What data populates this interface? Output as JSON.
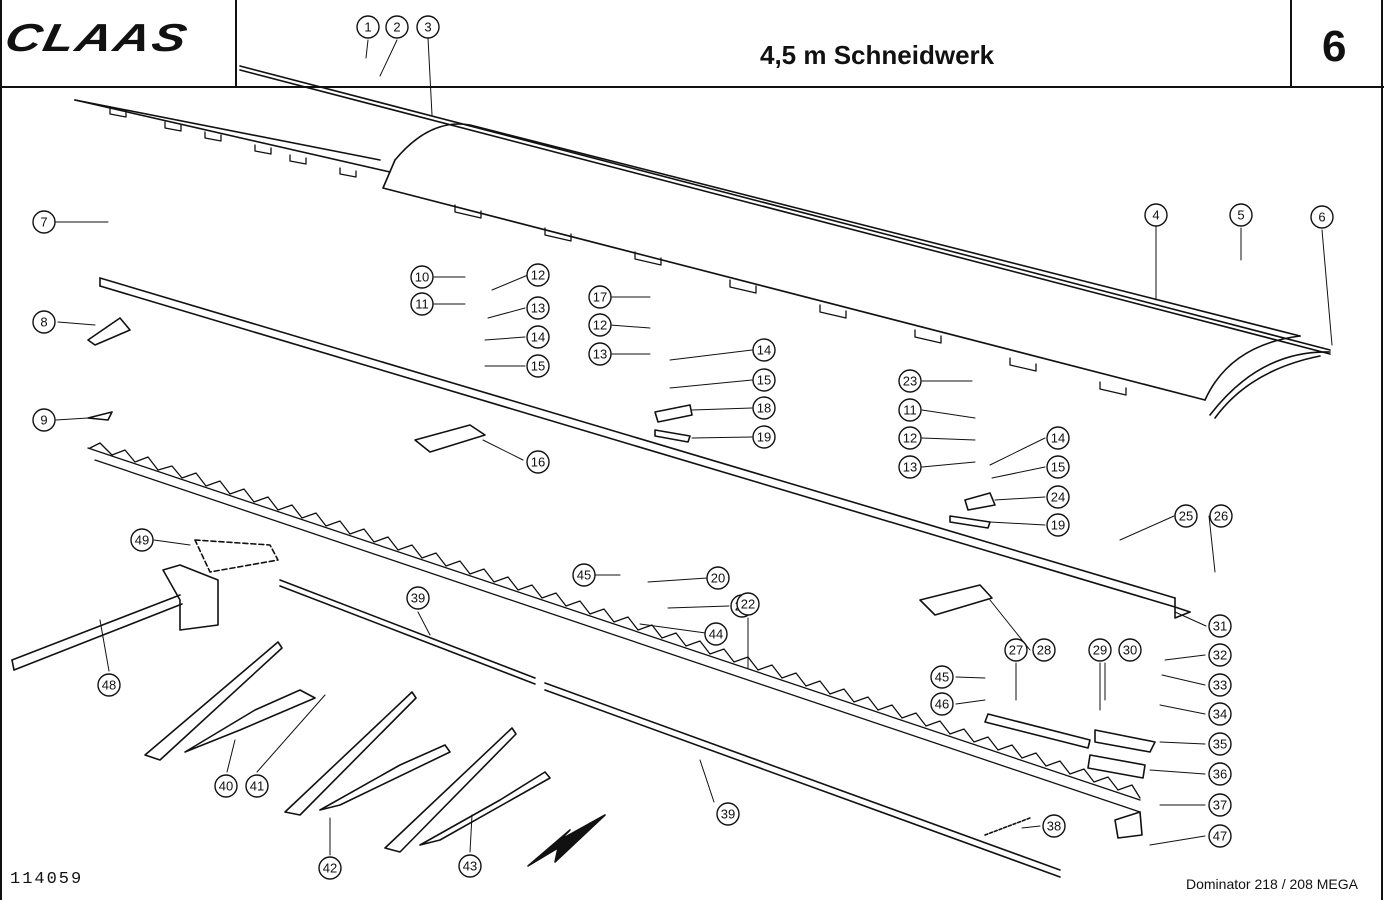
{
  "header": {
    "brand": "CLAAS",
    "title": "4,5 m Schneidwerk",
    "sheet_number": "6"
  },
  "footer": {
    "drawing_number": "114059",
    "model": "Dominator 218 / 208 MEGA"
  },
  "callouts": [
    {
      "label": "1"
    },
    {
      "label": "2"
    },
    {
      "label": "3"
    },
    {
      "label": "4"
    },
    {
      "label": "5"
    },
    {
      "label": "6"
    },
    {
      "label": "7"
    },
    {
      "label": "8"
    },
    {
      "label": "9"
    },
    {
      "label": "10"
    },
    {
      "label": "11"
    },
    {
      "label": "12"
    },
    {
      "label": "13"
    },
    {
      "label": "14"
    },
    {
      "label": "15"
    },
    {
      "label": "16"
    },
    {
      "label": "17"
    },
    {
      "label": "12"
    },
    {
      "label": "13"
    },
    {
      "label": "14"
    },
    {
      "label": "15"
    },
    {
      "label": "18"
    },
    {
      "label": "19"
    },
    {
      "label": "23"
    },
    {
      "label": "11"
    },
    {
      "label": "12"
    },
    {
      "label": "13"
    },
    {
      "label": "14"
    },
    {
      "label": "15"
    },
    {
      "label": "24"
    },
    {
      "label": "19"
    },
    {
      "label": "25"
    },
    {
      "label": "26"
    },
    {
      "label": "31"
    },
    {
      "label": "28"
    },
    {
      "label": "49"
    },
    {
      "label": "48"
    },
    {
      "label": "39"
    },
    {
      "label": "39"
    },
    {
      "label": "45"
    },
    {
      "label": "20"
    },
    {
      "label": "21"
    },
    {
      "label": "44"
    },
    {
      "label": "22"
    },
    {
      "label": "40"
    },
    {
      "label": "41"
    },
    {
      "label": "42"
    },
    {
      "label": "43"
    },
    {
      "label": "27"
    },
    {
      "label": "45"
    },
    {
      "label": "46"
    },
    {
      "label": "29"
    },
    {
      "label": "30"
    },
    {
      "label": "32"
    },
    {
      "label": "33"
    },
    {
      "label": "34"
    },
    {
      "label": "35"
    },
    {
      "label": "36"
    },
    {
      "label": "37"
    },
    {
      "label": "38"
    },
    {
      "label": "47"
    }
  ]
}
